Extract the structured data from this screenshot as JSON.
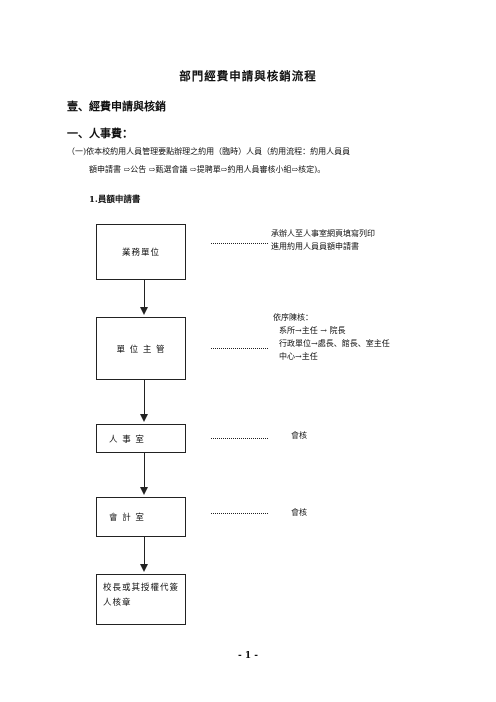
{
  "title": "部門經費申請與核銷流程",
  "section_heading": "壹、經費申請與核銷",
  "subsection_heading": "一、人事費：",
  "paragraph": {
    "line1": "（一)依本校約用人員管理要點辦理之約用（臨時）人員（約用流程：約用人員員",
    "line2": "額申請書 ⇨公告 ⇨甄選會議 ⇨提聘單⇨約用人員審核小組⇨核定)。"
  },
  "subheading": "1.員額申請書",
  "flow": {
    "boxes": [
      "業務單位",
      "單 位 主 管",
      "人 事 室",
      "會 計 室",
      "校長或其授權代簽人核章"
    ],
    "notes": {
      "n1": [
        "承辦人至人事室網頁填寫列印",
        "進用約用人員員額申請書"
      ],
      "n2": [
        "依序陳核：",
        "系所→主任 → 院長",
        "行政單位→處長、館長、室主任",
        "中心→主任"
      ],
      "n3": "會核",
      "n4": "會核"
    }
  },
  "footer": "- 1 -"
}
